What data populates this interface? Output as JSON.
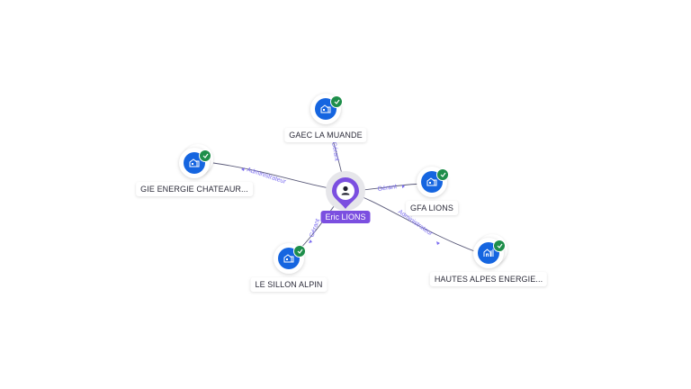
{
  "center": {
    "name": "Eric LIONS",
    "icon": "person-icon",
    "color": "#7b4fe0"
  },
  "nodes": [
    {
      "id": "gaec",
      "name": "GAEC LA MUANDE",
      "icon": "building-icon",
      "verified": true,
      "stacked": false
    },
    {
      "id": "gie",
      "name": "GIE ENERGIE CHATEAUR...",
      "icon": "building-icon",
      "verified": true,
      "stacked": true
    },
    {
      "id": "gfa",
      "name": "GFA LIONS",
      "icon": "building-icon",
      "verified": true,
      "stacked": false
    },
    {
      "id": "sillon",
      "name": "LE SILLON ALPIN",
      "icon": "building-icon",
      "verified": true,
      "stacked": false
    },
    {
      "id": "hautes",
      "name": "HAUTES ALPES ENERGIE...",
      "icon": "home-icon",
      "verified": true,
      "stacked": true
    }
  ],
  "edges": [
    {
      "to": "gaec",
      "label": "Gérant"
    },
    {
      "to": "gie",
      "label": "Administrateur"
    },
    {
      "to": "gfa",
      "label": "Gérant"
    },
    {
      "to": "sillon",
      "label": "Gérant"
    },
    {
      "to": "hautes",
      "label": "Administrateur"
    }
  ],
  "colors": {
    "node": "#1565e0",
    "verified": "#1e8e4a",
    "edge_label": "#7a6cf0"
  }
}
